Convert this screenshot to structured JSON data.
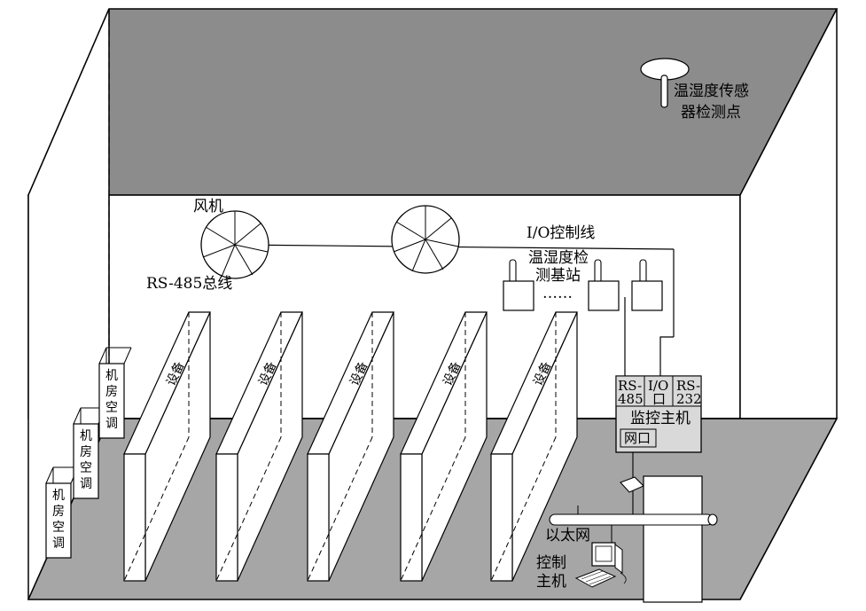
{
  "labels": {
    "sensor_point_line1": "温湿度传感",
    "sensor_point_line2": "器检测点",
    "fan": "风机",
    "io_control_line": "I/O控制线",
    "base_station_line1": "温湿度检",
    "base_station_line2": "测基站",
    "ellipsis": "……",
    "rs485_bus": "RS-485总线",
    "ethernet": "以太网",
    "control_host_line1": "控制",
    "control_host_line2": "主机"
  },
  "equipment": {
    "label": "设备",
    "count": 5
  },
  "aircon": {
    "chars": [
      "机",
      "房",
      "空",
      "调"
    ],
    "count": 3
  },
  "monitor_host": {
    "title": "监控主机",
    "port_rs485": [
      "RS-",
      "485"
    ],
    "port_io": [
      "I/O",
      "口"
    ],
    "port_rs232": [
      "RS-",
      "232"
    ],
    "net_port": "网口"
  },
  "colors": {
    "ceiling": "#8c8c8c",
    "floor": "#a6a6a6",
    "wall": "#ffffff",
    "line": "#000000",
    "host_box": "#d9d9d9"
  }
}
